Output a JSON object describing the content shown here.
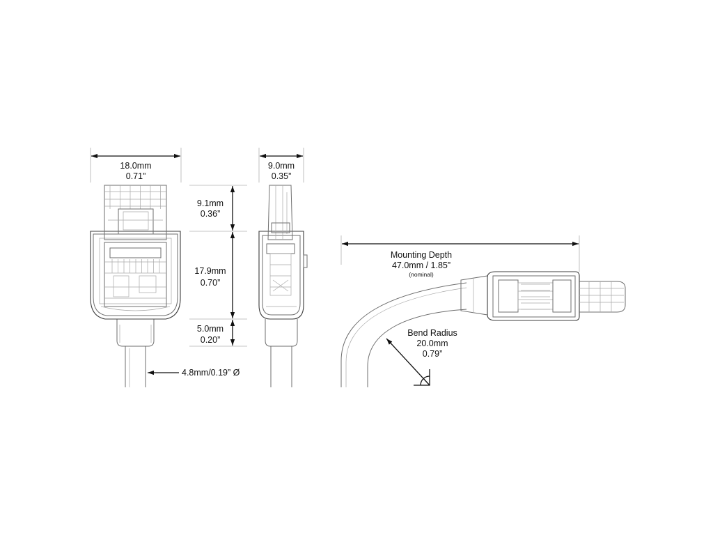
{
  "front_view": {
    "width_mm": "18.0mm",
    "width_in": "0.71”",
    "latch_height_mm": "9.1mm",
    "latch_height_in": "0.36”",
    "body_height_mm": "17.9mm",
    "body_height_in": "0.70”",
    "boot_height_mm": "5.0mm",
    "boot_height_in": "0.20”",
    "cable_diameter": "4.8mm/0.19” Ø"
  },
  "side_view": {
    "width_mm": "9.0mm",
    "width_in": "0.35”"
  },
  "bend_view": {
    "mounting_label": "Mounting Depth",
    "mounting_value": "47.0mm / 1.85”",
    "mounting_note": "(nominal)",
    "radius_label": "Bend Radius",
    "radius_mm": "20.0mm",
    "radius_in": "0.79”"
  },
  "colors": {
    "outline": "#6e6e6e",
    "dimension": "#111111",
    "background": "#ffffff"
  }
}
